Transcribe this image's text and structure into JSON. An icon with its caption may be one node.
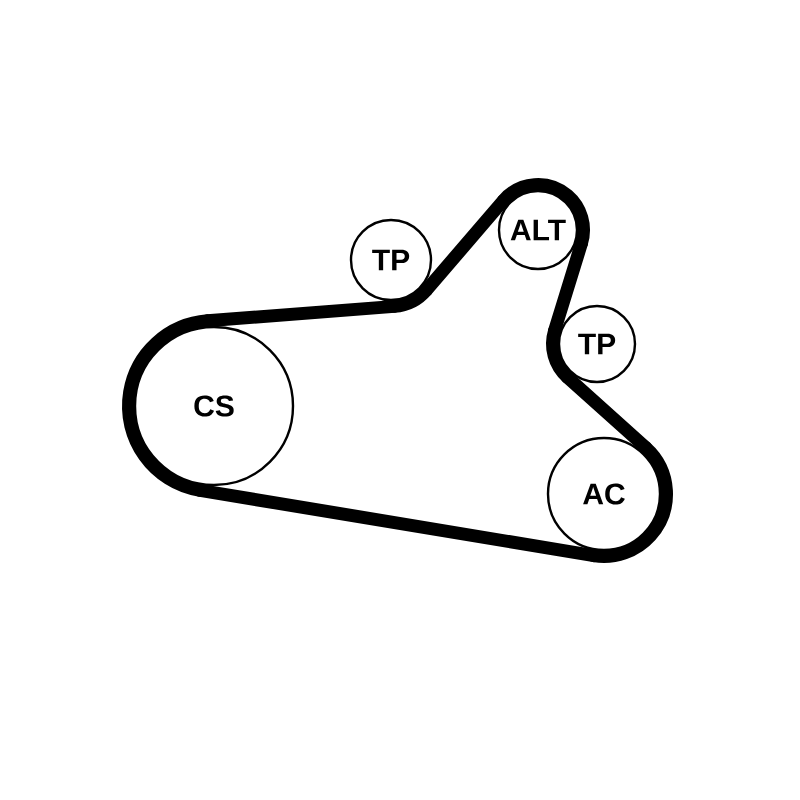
{
  "diagram": {
    "nodes": [
      {
        "text": [
          "CS"
        ]
      },
      {
        "text": [
          "TP"
        ]
      },
      {
        "text": [
          "ALT"
        ]
      },
      {
        "text": [
          "TP"
        ]
      },
      {
        "text": [
          "AC"
        ]
      }
    ],
    "edges": [
      {
        "from": 0,
        "to": 1,
        "arrow": "none"
      },
      {
        "from": 1,
        "to": 2,
        "arrow": "none"
      },
      {
        "from": 2,
        "to": 3,
        "arrow": "none"
      },
      {
        "from": 3,
        "to": 4,
        "arrow": "none"
      },
      {
        "from": 4,
        "to": 0,
        "arrow": "none"
      }
    ]
  }
}
